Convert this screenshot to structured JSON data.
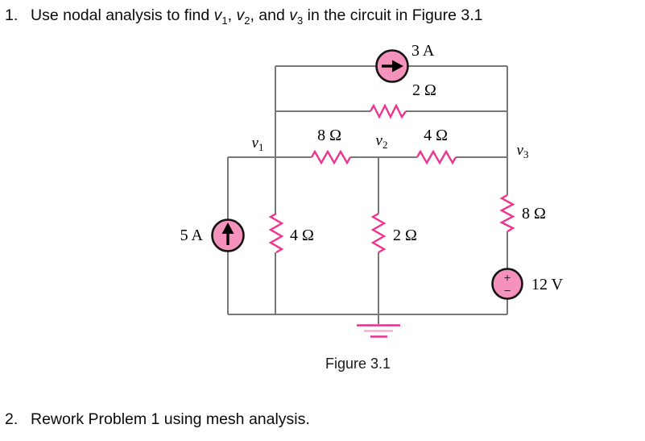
{
  "problem1": {
    "number": "1.",
    "before": "Use nodal analysis to find ",
    "v1": {
      "base": "v",
      "sub": "1"
    },
    "sep12": ", ",
    "v2": {
      "base": "v",
      "sub": "2"
    },
    "sep23": ", and ",
    "v3": {
      "base": "v",
      "sub": "3"
    },
    "after": " in the circuit in Figure 3.1"
  },
  "problem2": {
    "number": "2.",
    "text": "Rework Problem 1 using mesh analysis."
  },
  "figure": {
    "caption": "Figure 3.1",
    "sources": {
      "i_top": {
        "value": "3 A"
      },
      "i_left": {
        "value": "5 A"
      },
      "v_right": {
        "value": "12 V",
        "plus": "+",
        "minus": "−"
      }
    },
    "resistors": {
      "top": "2 Ω",
      "mid_left": "8 Ω",
      "mid_right": "4 Ω",
      "left": "4 Ω",
      "middle": "2 Ω",
      "right": "8 Ω"
    },
    "nodes": {
      "v1": {
        "base": "v",
        "sub": "1"
      },
      "v2": {
        "base": "v",
        "sub": "2"
      },
      "v3": {
        "base": "v",
        "sub": "3"
      }
    }
  },
  "colors": {
    "wire": "#787878",
    "resistor": "#f0338f",
    "source_fill": "#f492bc",
    "source_stroke": "#141414",
    "ground_line1": "#e62e8f",
    "ground_line2": "#f8a9d4",
    "ground_line3": "#ec2f96"
  }
}
